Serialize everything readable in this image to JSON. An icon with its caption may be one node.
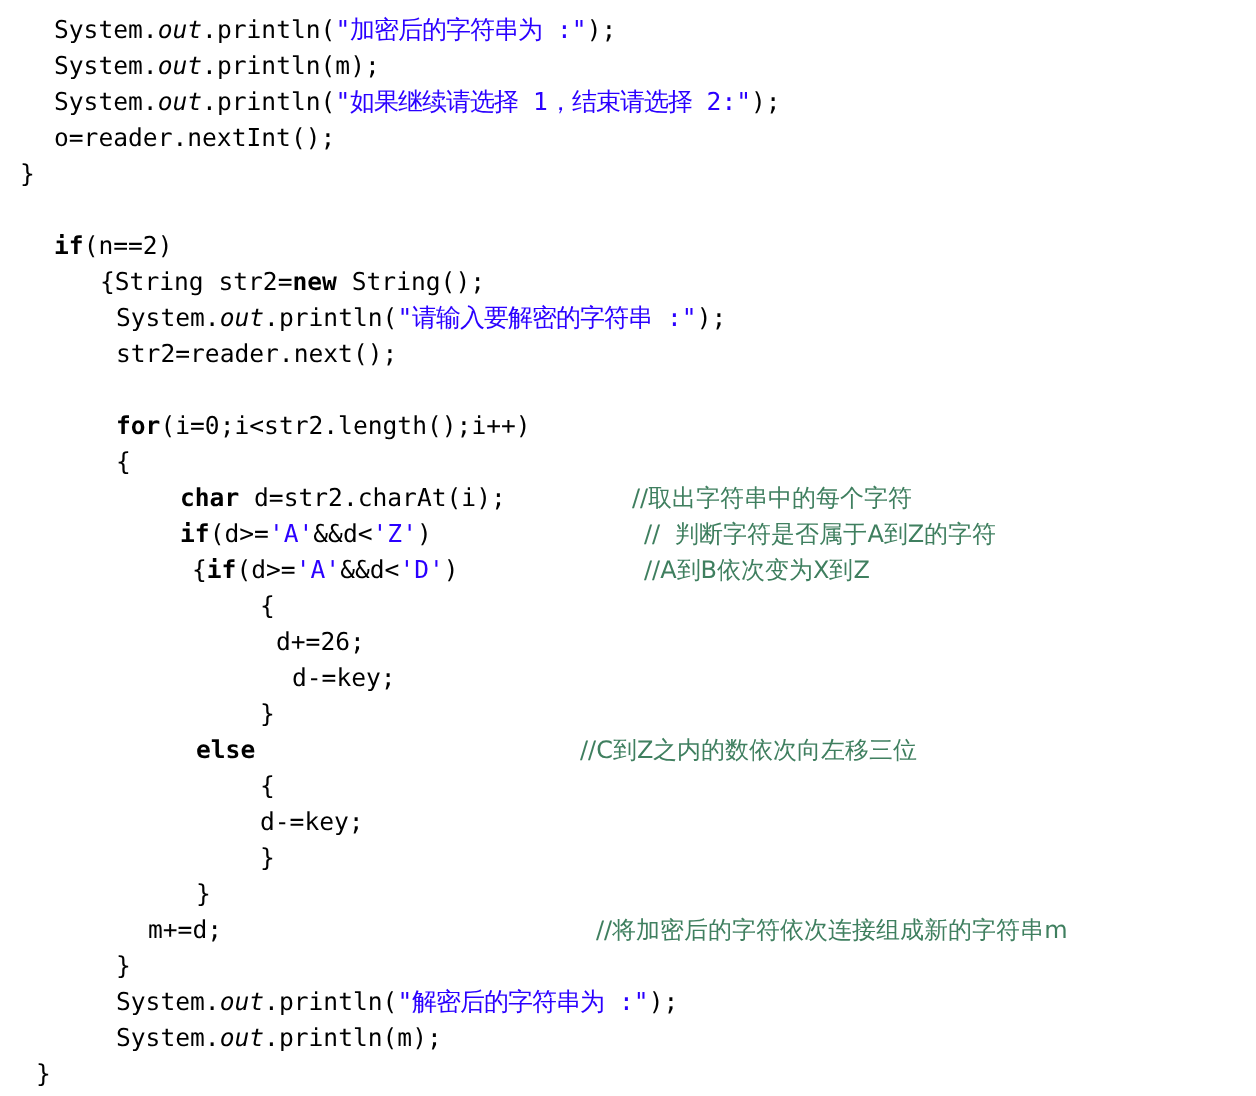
{
  "diagram": {
    "labels": [
      "System.*out*.println(\"加密后的字符串为 :\");",
      "System.*out*.println(m);",
      "System.*out*.println(\"如果继续请选择 1，结束请选择 2:\");",
      "o=reader.nextInt();",
      "}",
      "**if**(n==2)",
      "{String str2=**new** String();",
      "System.*out*.println(\"请输入要解密的字符串 :\");",
      "str2=reader.next();",
      "**for**(i=0;i<str2.length();i++)",
      "{",
      "**char** d=str2.charAt(i);",
      "//取出字符串中的每个字符",
      "**if**(d>='A'&&d<'Z')",
      "//  判断字符是否属于A到Z的字符",
      "{**if**(d>='A'&&d<'D')",
      "//A到B依次变为X到Z",
      "{",
      "d+=26;",
      "d-=key;",
      "}",
      "**else**",
      "//C到Z之内的数依次向左移三位",
      "{",
      "d-=key;",
      "}",
      "}",
      "m+=d;",
      "//将加密后的字符依次连接组成新的字符串m",
      "}",
      "System.*out*.println(\"解密后的字符串为 :\");",
      "System.*out*.println(m);",
      "}"
    ]
  }
}
